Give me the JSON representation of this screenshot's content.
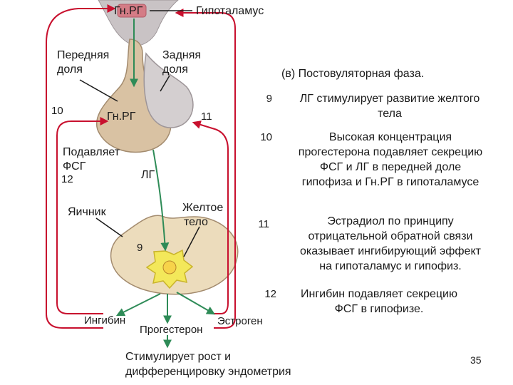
{
  "diagram": {
    "labels": {
      "gnrg_top": "Гн.РГ",
      "hypothalamus": "Гипоталамус",
      "anterior_lobe_1": "Передняя",
      "anterior_lobe_2": "доля",
      "posterior_lobe_1": "Задняя",
      "posterior_lobe_2": "доля",
      "gnrg_pituitary": "Гн.РГ",
      "suppresses_1": "Подавляет",
      "suppresses_2": "ФСГ",
      "lh": "ЛГ",
      "ovary": "Яичник",
      "corpus_luteum_1": "Желтое",
      "corpus_luteum_2": "тело",
      "inhibin": "Ингибин",
      "progesterone": "Прогестерон",
      "estrogen": "Эстроген",
      "stimulates_1": "Стимулирует рост и",
      "stimulates_2": "дифференцировку эндометрия"
    },
    "markers": {
      "n10": "10",
      "n11": "11",
      "n12": "12",
      "n9": "9"
    },
    "colors": {
      "feedback_arrow": "#c8102e",
      "stimulation_arrow": "#2e8b57",
      "pituitary_fill": "#d9c2a3",
      "hypothalamus_fill": "#c9c3c5",
      "ovary_fill": "#ecdcbc",
      "corpus_luteum_fill": "#f3e85a"
    }
  },
  "panel": {
    "title": "(в) Постовуляторная фаза.",
    "items": [
      {
        "num": "9",
        "line1": "ЛГ стимулирует развитие желтого",
        "line2": "тела"
      },
      {
        "num": "10",
        "line1": "Высокая концентрация",
        "line2": "прогестерона подавляет секрецию",
        "line3": "ФСГ и ЛГ в передней доле",
        "line4": "гипофиза и Гн.РГ в гипоталамусе"
      },
      {
        "num": "11",
        "line1": "Эстрадиол по принципу",
        "line2": "отрицательной обратной связи",
        "line3": "оказывает ингибирующий эффект",
        "line4": "на гипоталамус и гипофиз."
      },
      {
        "num": "12",
        "line1": "Ингибин подавляет секрецию",
        "line2": "ФСГ  в гипофизе."
      }
    ]
  },
  "page_number": "35"
}
